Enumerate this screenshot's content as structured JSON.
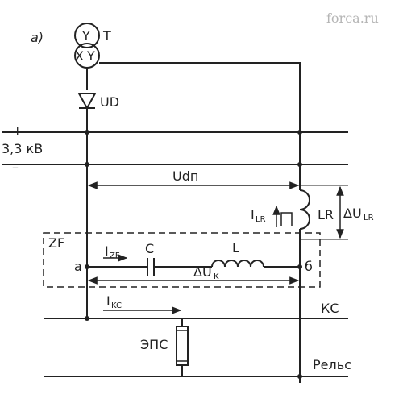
{
  "watermark": "forca.ru",
  "figure_label": "а)",
  "transformer": {
    "label": "T",
    "winding_top": "Y",
    "winding_bottom_x": "X",
    "winding_bottom_y": "Y"
  },
  "rectifier": {
    "label": "UD"
  },
  "bus": {
    "plus": "+",
    "voltage": "3,3 кВ",
    "minus": "–"
  },
  "udp": "Udп",
  "reactor": {
    "current": "I",
    "current_sub": "LR",
    "label": "LR",
    "drop": "ΔU",
    "drop_sub": "LR"
  },
  "filter": {
    "label": "ZF",
    "current": "I",
    "current_sub": "ZF",
    "capacitor": "C",
    "inductor": "L",
    "node_a": "а",
    "node_b": "б",
    "drop": "ΔU",
    "drop_sub": "K"
  },
  "contact": {
    "current": "I",
    "current_sub": "KC",
    "label": "КС"
  },
  "train": {
    "label": "ЭПС"
  },
  "rail": {
    "label": "Рельс"
  }
}
